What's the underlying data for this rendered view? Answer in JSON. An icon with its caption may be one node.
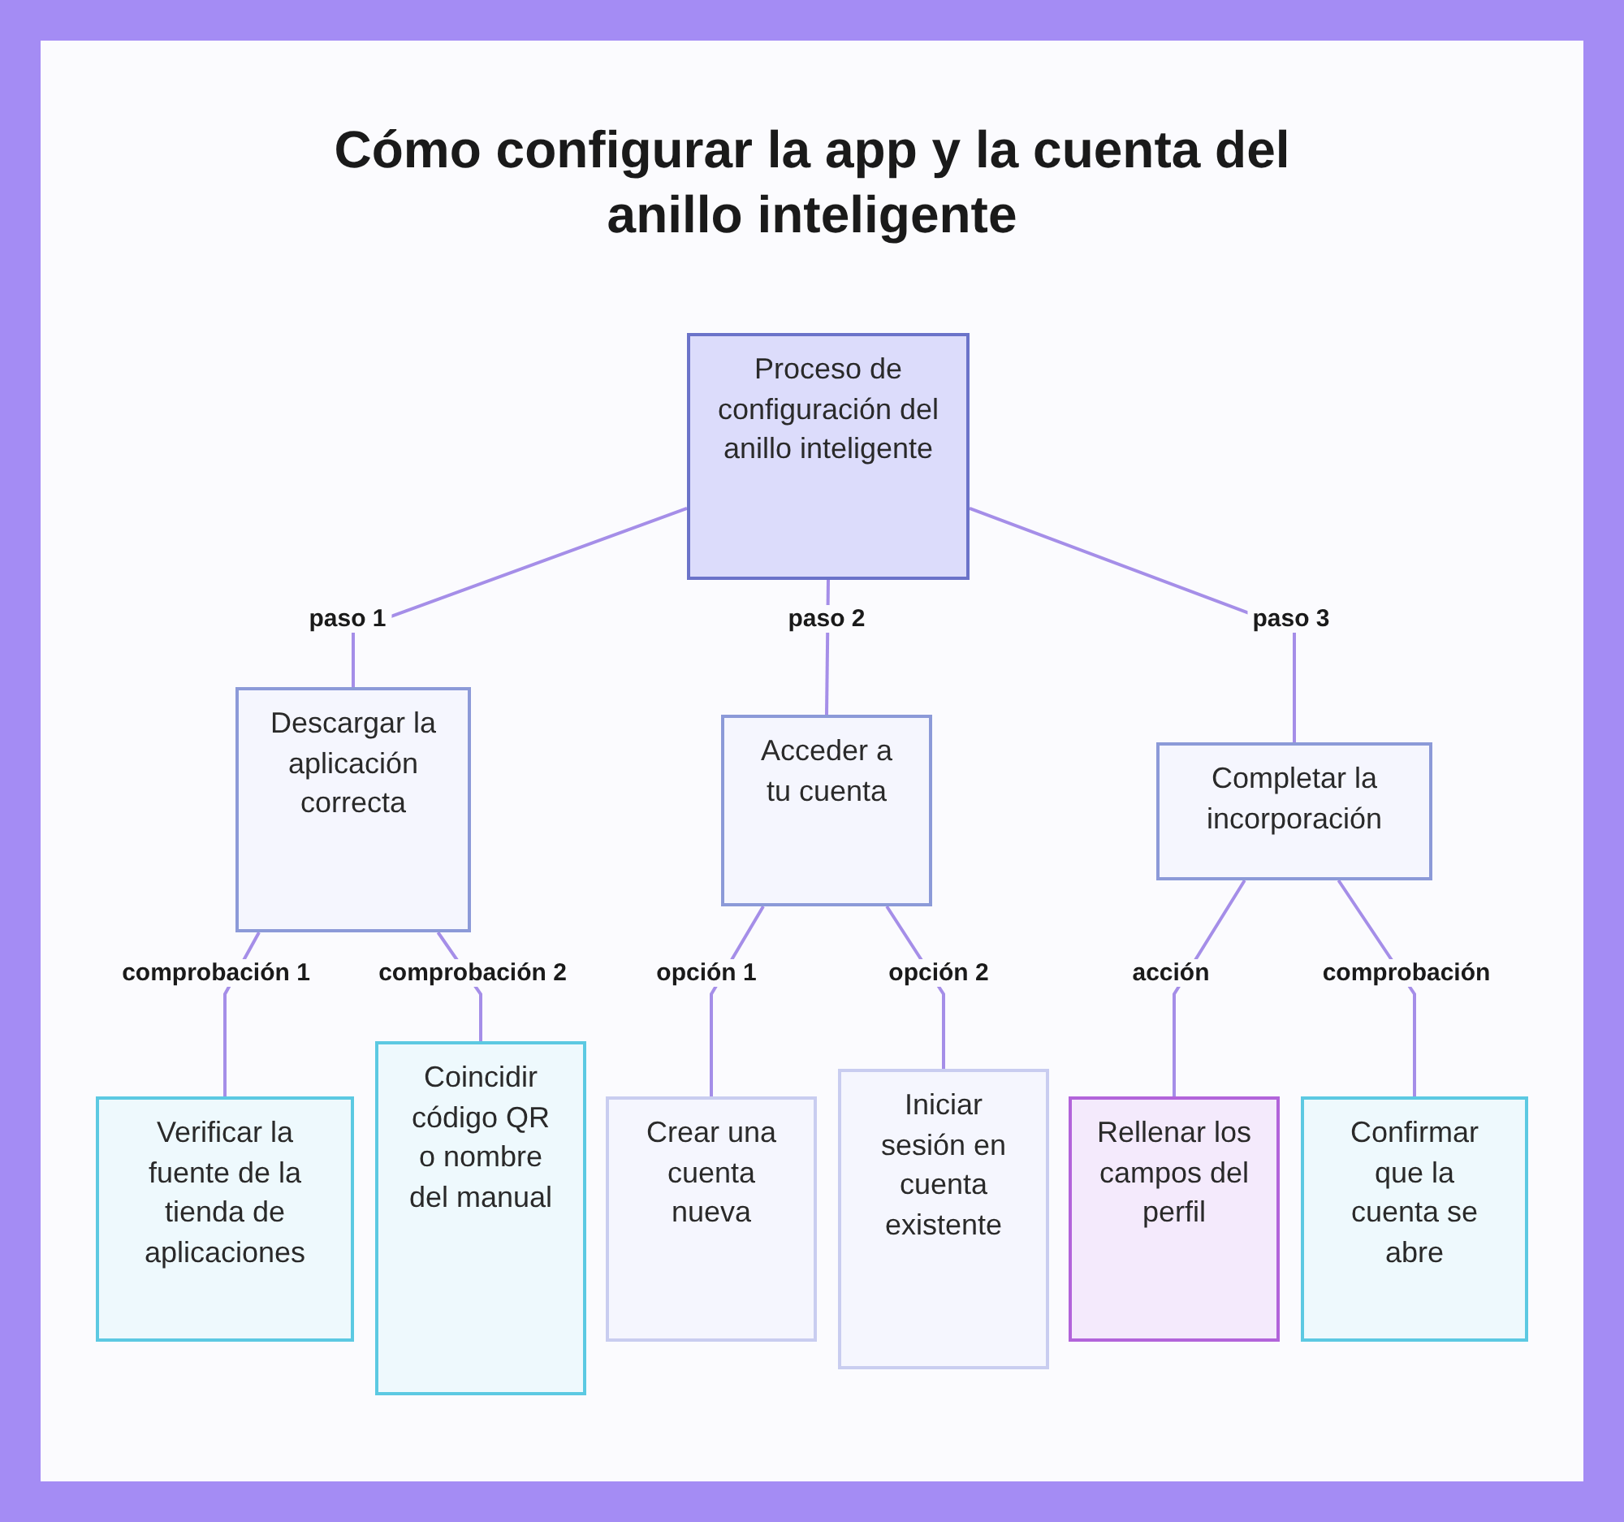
{
  "diagram": {
    "title": "Cómo configurar la app y la cuenta del anillo inteligente",
    "nodes": [
      {
        "text": [
          "Proceso de configuración del anillo inteligente"
        ]
      },
      {
        "text": [
          "Descargar la aplicación correcta"
        ]
      },
      {
        "text": [
          "Acceder a tu cuenta"
        ]
      },
      {
        "text": [
          "Completar la incorporación"
        ]
      },
      {
        "text": [
          "Verificar la fuente de la tienda de aplicaciones"
        ]
      },
      {
        "text": [
          "Coincidir código QR o nombre del manual"
        ]
      },
      {
        "text": [
          "Crear una cuenta nueva"
        ]
      },
      {
        "text": [
          "Iniciar sesión en cuenta existente"
        ]
      },
      {
        "text": [
          "Rellenar los campos del perfil"
        ]
      },
      {
        "text": [
          "Confirmar que la cuenta se abre"
        ]
      }
    ],
    "edges": [
      {
        "from": 0,
        "to": 1,
        "arrow": "none",
        "label": "paso 1"
      },
      {
        "from": 0,
        "to": 2,
        "arrow": "none",
        "label": "paso 2"
      },
      {
        "from": 0,
        "to": 3,
        "arrow": "none",
        "label": "paso 3"
      },
      {
        "from": 1,
        "to": 4,
        "arrow": "none",
        "label": "comprobación 1"
      },
      {
        "from": 1,
        "to": 5,
        "arrow": "none",
        "label": "comprobación 2"
      },
      {
        "from": 2,
        "to": 6,
        "arrow": "none",
        "label": "opción 1"
      },
      {
        "from": 2,
        "to": 7,
        "arrow": "none",
        "label": "opción 2"
      },
      {
        "from": 3,
        "to": 8,
        "arrow": "none",
        "label": "acción"
      },
      {
        "from": 3,
        "to": 9,
        "arrow": "none",
        "label": "comprobación"
      }
    ]
  }
}
